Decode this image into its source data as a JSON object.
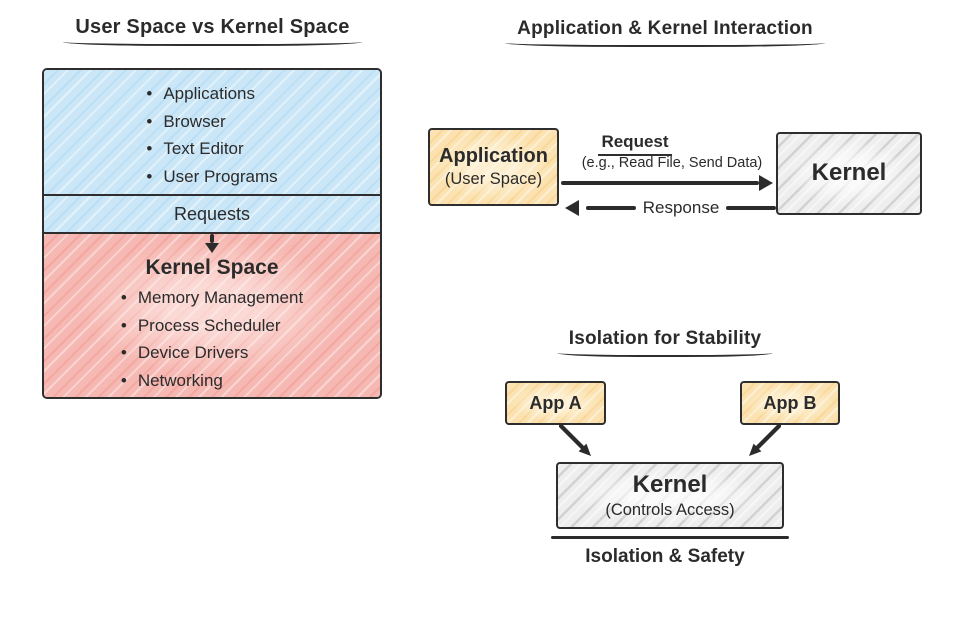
{
  "left_panel": {
    "title": "User Space vs Kernel Space",
    "user_space_items": [
      "Applications",
      "Browser",
      "Text Editor",
      "User Programs"
    ],
    "requests_label": "Requests",
    "kernel_space": {
      "title": "Kernel Space",
      "items": [
        "Memory Management",
        "Process Scheduler",
        "Device Drivers",
        "Networking"
      ]
    }
  },
  "interaction_panel": {
    "title": "Application & Kernel Interaction",
    "application_box": {
      "title": "Application",
      "subtitle": "(User Space)"
    },
    "kernel_label": "Kernel",
    "request_label": "Request",
    "request_examples": "(e.g., Read File, Send Data)",
    "response_label": "Response"
  },
  "isolation_panel": {
    "title": "Isolation for Stability",
    "app_a_label": "App A",
    "app_b_label": "App B",
    "kernel_box": {
      "title": "Kernel",
      "subtitle": "(Controls Access)"
    },
    "caption": "Isolation & Safety"
  },
  "colors": {
    "user_space_fill": "#cbe7f7",
    "kernel_space_fill": "#f6b8b2",
    "app_box_fill": "#fbe2b0",
    "kernel_box_fill": "#eeeeee",
    "ink": "#2b2b2b"
  }
}
